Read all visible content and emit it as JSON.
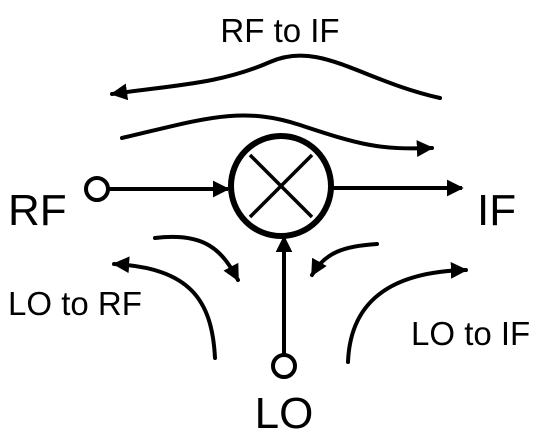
{
  "diagram": {
    "nodes": {
      "rf": "RF",
      "if": "IF",
      "lo": "LO"
    },
    "leakage_paths": {
      "rf_to_if": "RF to IF",
      "lo_to_rf": "LO to RF",
      "lo_to_if": "LO to IF"
    }
  },
  "colors": {
    "stroke": "#000000",
    "background": "#ffffff"
  }
}
